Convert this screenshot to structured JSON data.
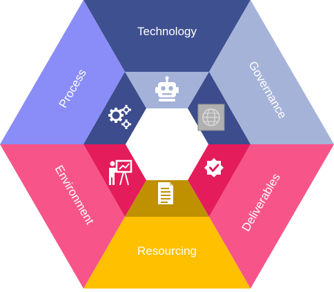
{
  "segments": [
    {
      "id": "technology",
      "label": "Technology",
      "outer_color": "#3E5090",
      "inner_color": "#A4B1D8",
      "icon": "robot-icon"
    },
    {
      "id": "governance",
      "label": "Governance",
      "outer_color": "#A6B3D9",
      "inner_color": "#3C4C8C",
      "icon": "globe-icon"
    },
    {
      "id": "deliverables",
      "label": "Deliverables",
      "outer_color": "#F7558A",
      "inner_color": "#E41C5B",
      "icon": "verified-badge-icon"
    },
    {
      "id": "resourcing",
      "label": "Resourcing",
      "outer_color": "#FFC000",
      "inner_color": "#BF9000",
      "icon": "document-icon"
    },
    {
      "id": "environment",
      "label": "Environment",
      "outer_color": "#F7558A",
      "inner_color": "#E41C5B",
      "icon": "presenter-board-icon"
    },
    {
      "id": "process",
      "label": "Process",
      "outer_color": "#8A8DF8",
      "inner_color": "#3C4C8C",
      "icon": "gears-icon"
    }
  ],
  "center_color": "#FFFFFF"
}
